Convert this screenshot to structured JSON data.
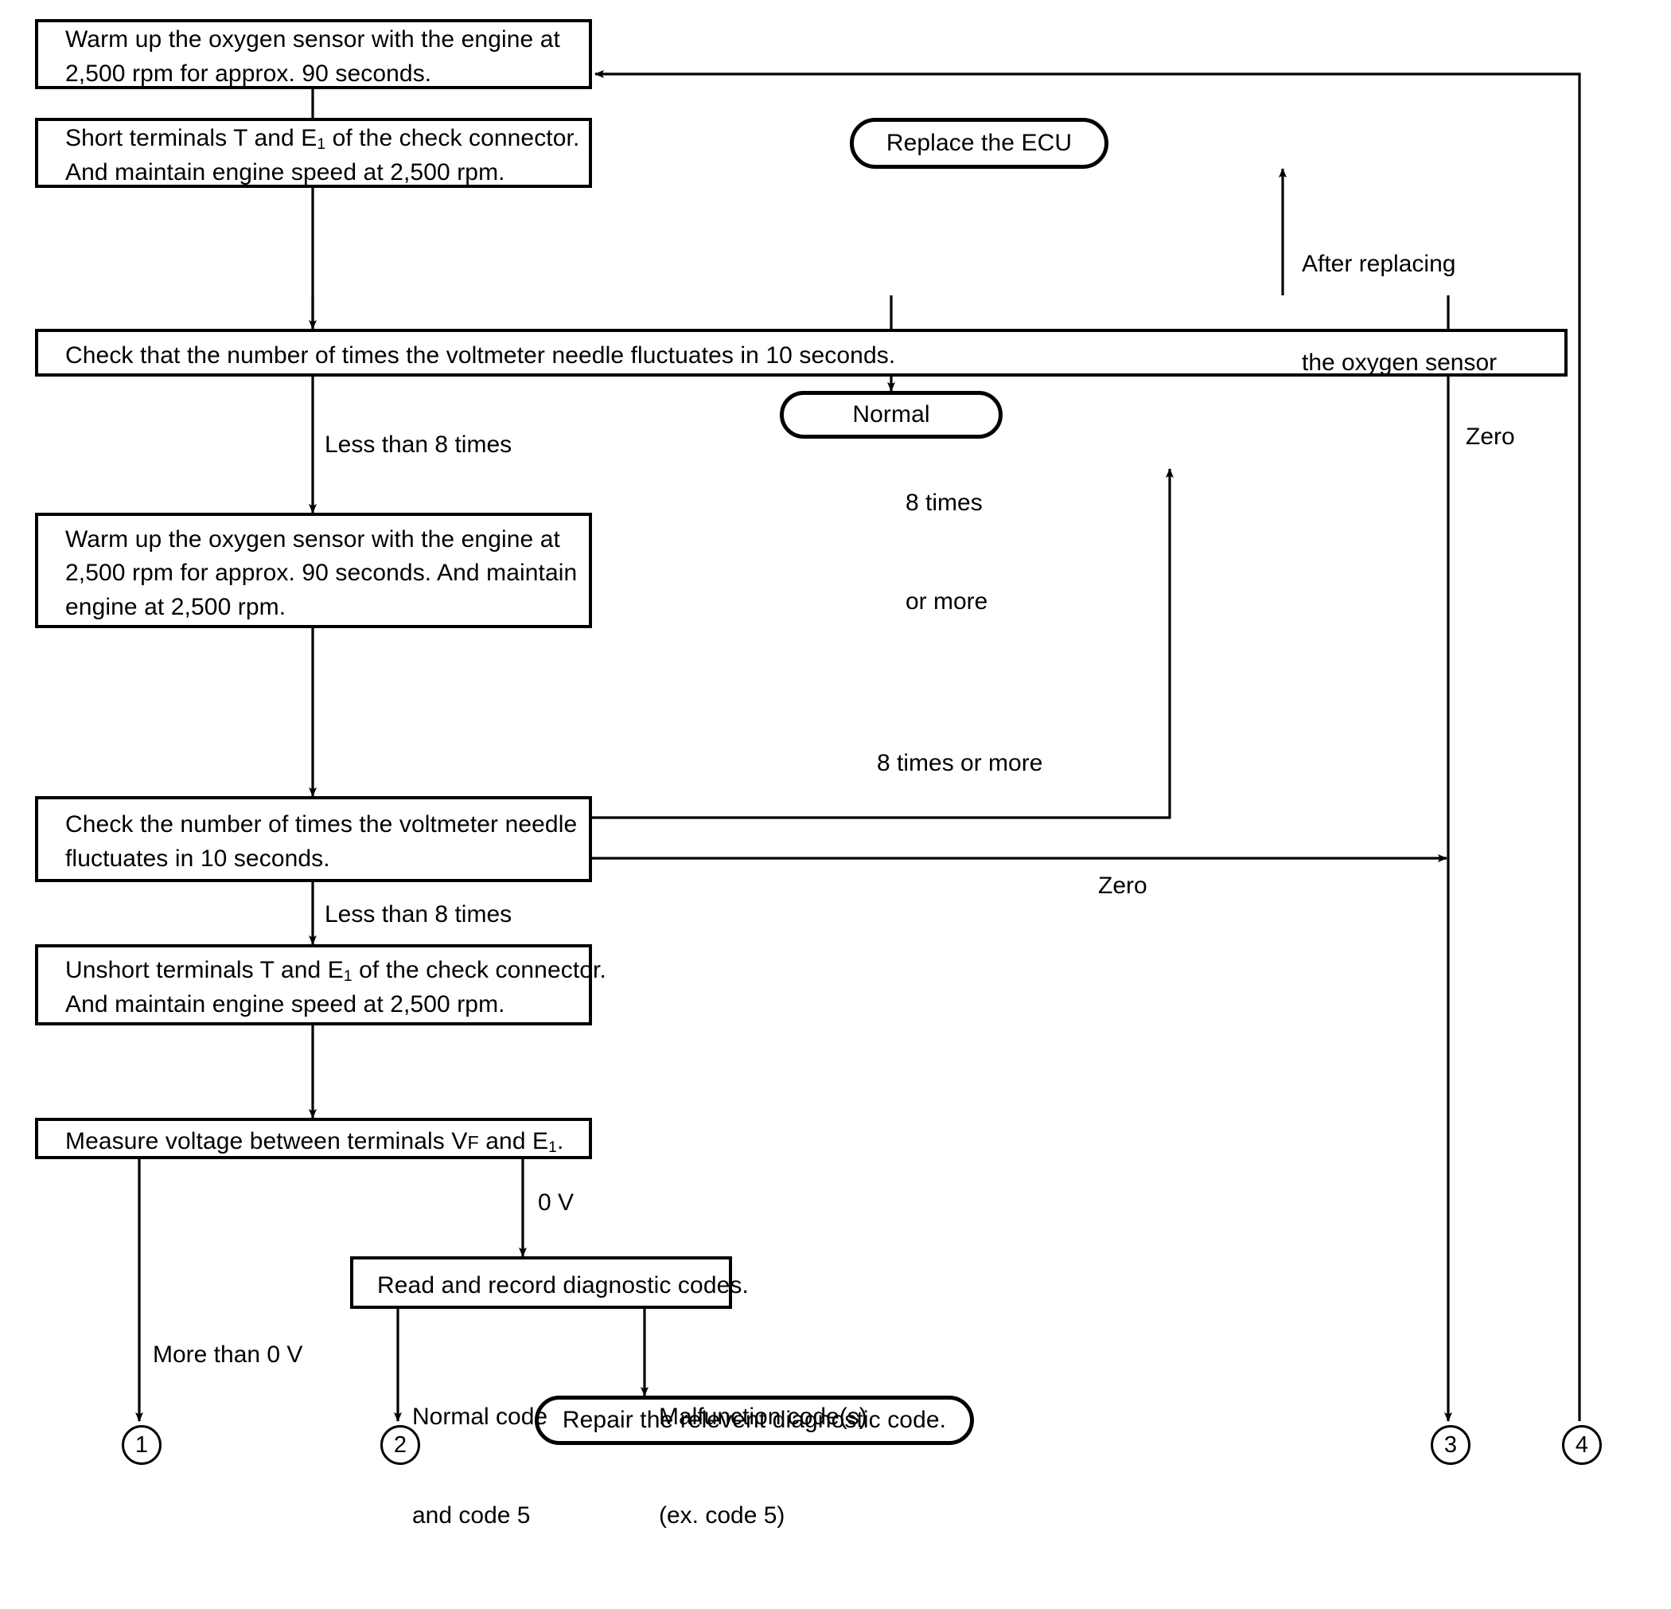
{
  "diagram": {
    "title": "Oxygen sensor / voltmeter fluctuation diagnostic flowchart",
    "type": "flowchart",
    "stroke_color": "#000000",
    "background_color": "#ffffff"
  },
  "nodes": {
    "warm_up_1": {
      "shape": "rect",
      "line1": "Warm up the oxygen sensor with the engine at",
      "line2": "2,500 rpm for approx. 90 seconds."
    },
    "short_terminals": {
      "shape": "rect",
      "line1_a": "Short terminals T and E",
      "line1_sub": "1",
      "line1_b": " of the check connector.",
      "line2": "And maintain engine speed at 2,500 rpm."
    },
    "check_that_number": {
      "shape": "rect",
      "line1": "Check that the number of times the voltmeter needle fluctuates in 10 seconds."
    },
    "warm_up_2": {
      "shape": "rect",
      "line1": "Warm up the oxygen sensor with the engine at",
      "line2": "2,500 rpm for approx. 90 seconds. And maintain",
      "line3": "engine at 2,500 rpm."
    },
    "check_number": {
      "shape": "rect",
      "line1": "Check the number of times the voltmeter needle",
      "line2": "fluctuates in 10 seconds."
    },
    "unshort_terminals": {
      "shape": "rect",
      "line1_a": "Unshort terminals T and E",
      "line1_sub": "1",
      "line1_b": " of the check connector.",
      "line2": "And maintain engine speed at 2,500 rpm."
    },
    "measure_voltage": {
      "shape": "rect",
      "text_a": "Measure voltage between terminals V",
      "text_sub_f": "F",
      "text_b": " and E",
      "text_sub_1": "1",
      "text_c": "."
    },
    "read_record": {
      "shape": "rect",
      "line1": "Read and record diagnostic codes."
    },
    "replace_ecu": {
      "shape": "pill",
      "label": "Replace the ECU"
    },
    "normal": {
      "shape": "pill",
      "label": "Normal"
    },
    "repair_code": {
      "shape": "pill",
      "label": "Repair the relevent diagnostic code."
    }
  },
  "edge_labels": {
    "after_replacing": {
      "line1": "After replacing",
      "line2": "the oxygen sensor"
    },
    "less_than_8_a": "Less than 8 times",
    "eight_or_more_stacked": {
      "line1": "8 times",
      "line2": "or more"
    },
    "zero_right_top": "Zero",
    "eight_or_more_inline": "8 times or more",
    "zero_inline": "Zero",
    "less_than_8_b": "Less than 8 times",
    "zero_volts": "0 V",
    "more_than_0v": "More than 0 V",
    "normal_code": {
      "line1": "Normal code",
      "line2": "and code 5"
    },
    "malfunction_code": {
      "line1": "Malfunction code(s)",
      "line2": "(ex. code 5)"
    }
  },
  "connectors": {
    "one": "1",
    "two": "2",
    "three": "3",
    "four": "4"
  }
}
